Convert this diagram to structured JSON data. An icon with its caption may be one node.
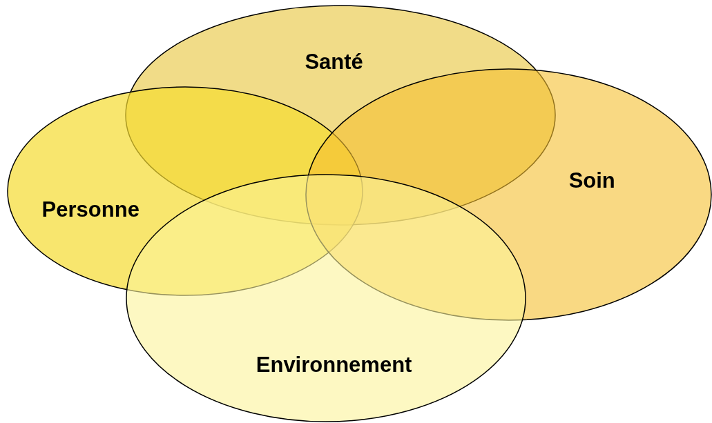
{
  "diagram": {
    "nodes": [
      {
        "text": [
          "Santé"
        ]
      },
      {
        "text": [
          "Personne"
        ]
      },
      {
        "text": [
          "Soin"
        ]
      },
      {
        "text": [
          "Environnement"
        ]
      }
    ]
  }
}
